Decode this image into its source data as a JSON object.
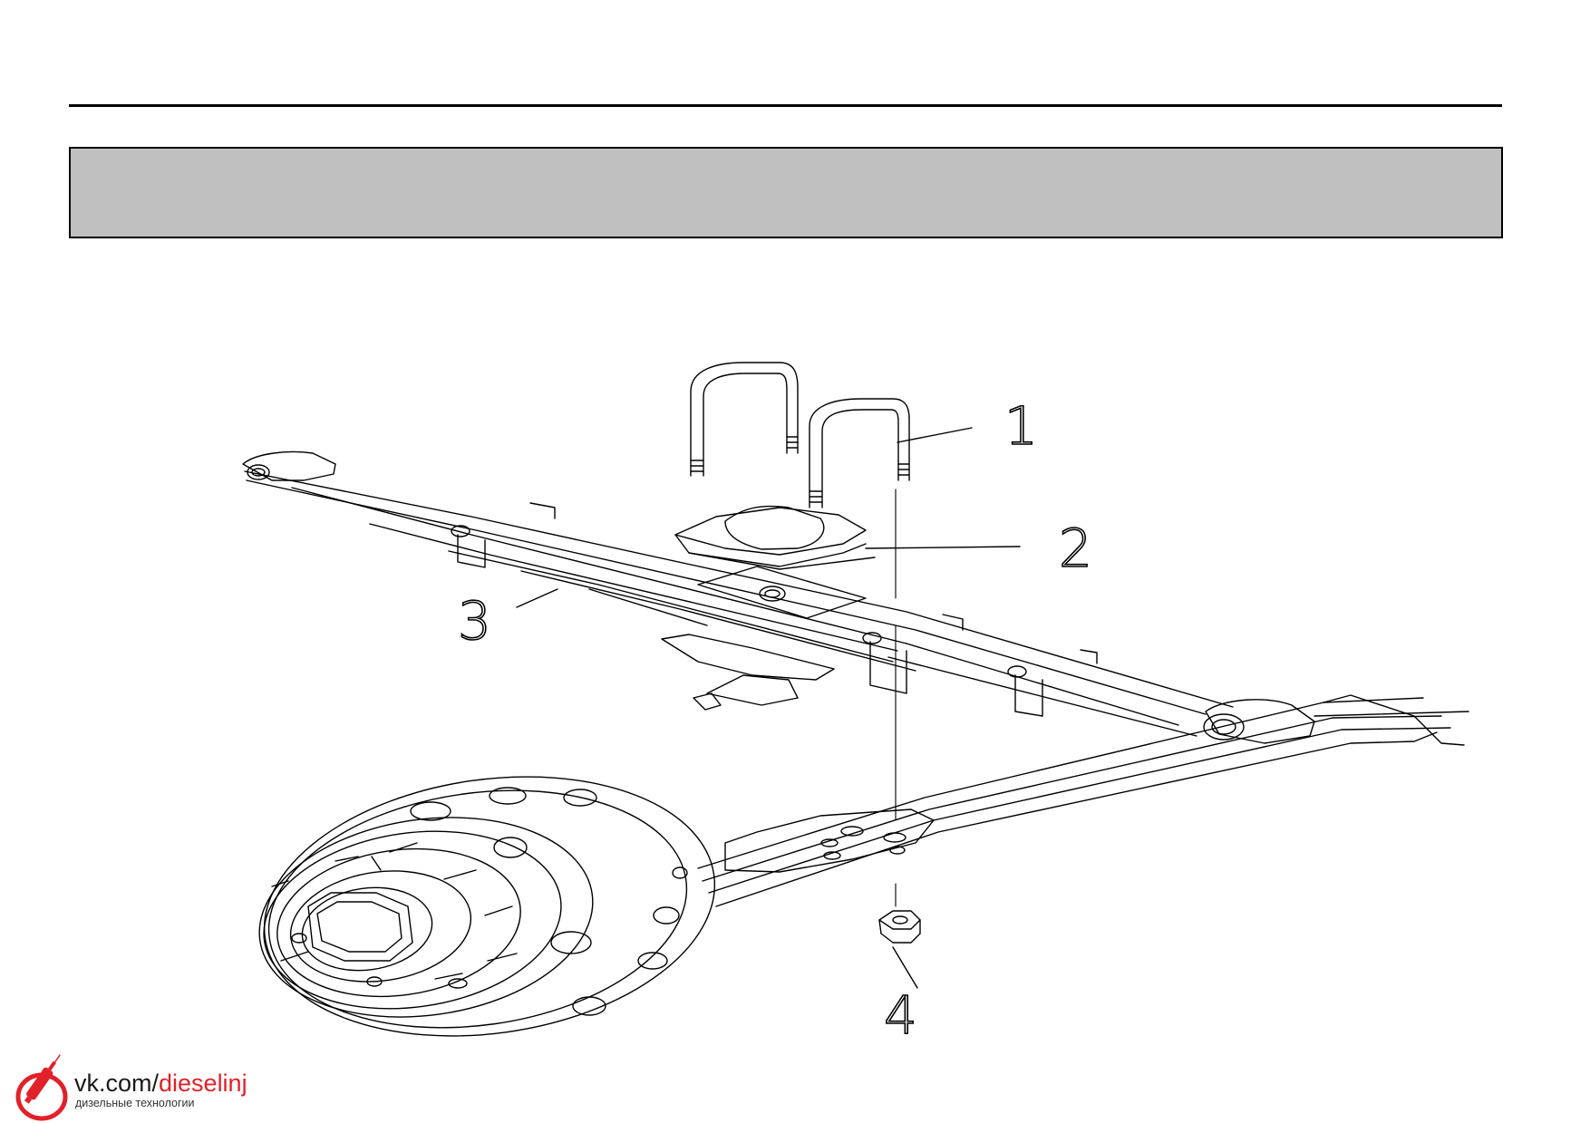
{
  "header": {
    "title": ""
  },
  "diagram": {
    "callouts": [
      "1",
      "2",
      "3",
      "4"
    ]
  },
  "watermark": {
    "url_prefix": "vk.com/",
    "url_name": "dieselinj",
    "subtitle": "дизельные технологии",
    "accent_color": "#e0212a"
  },
  "colors": {
    "band": "#c0c0c0",
    "line": "#000000"
  }
}
